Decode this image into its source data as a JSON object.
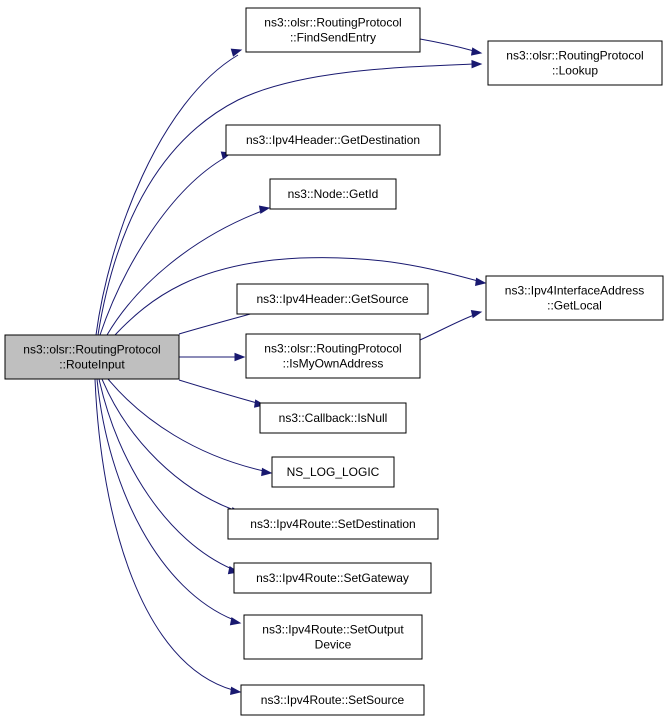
{
  "diagram": {
    "colors": {
      "edge": "#191970",
      "root_fill": "#bfbfbf",
      "node_fill": "#ffffff",
      "node_border": "#000000"
    },
    "nodes": [
      {
        "id": "route-input",
        "lines": [
          "ns3::olsr::RoutingProtocol",
          "::RouteInput"
        ],
        "root": true
      },
      {
        "id": "find-send-entry",
        "lines": [
          "ns3::olsr::RoutingProtocol",
          "::FindSendEntry"
        ]
      },
      {
        "id": "lookup",
        "lines": [
          "ns3::olsr::RoutingProtocol",
          "::Lookup"
        ]
      },
      {
        "id": "get-destination",
        "lines": [
          "ns3::Ipv4Header::GetDestination"
        ]
      },
      {
        "id": "get-id",
        "lines": [
          "ns3::Node::GetId"
        ]
      },
      {
        "id": "get-local",
        "lines": [
          "ns3::Ipv4InterfaceAddress",
          "::GetLocal"
        ]
      },
      {
        "id": "get-source",
        "lines": [
          "ns3::Ipv4Header::GetSource"
        ]
      },
      {
        "id": "is-my-own-address",
        "lines": [
          "ns3::olsr::RoutingProtocol",
          "::IsMyOwnAddress"
        ]
      },
      {
        "id": "is-null",
        "lines": [
          "ns3::Callback::IsNull"
        ]
      },
      {
        "id": "ns-log-logic",
        "lines": [
          "NS_LOG_LOGIC"
        ]
      },
      {
        "id": "set-destination",
        "lines": [
          "ns3::Ipv4Route::SetDestination"
        ]
      },
      {
        "id": "set-gateway",
        "lines": [
          "ns3::Ipv4Route::SetGateway"
        ]
      },
      {
        "id": "set-output-device",
        "lines": [
          "ns3::Ipv4Route::SetOutput",
          "Device"
        ]
      },
      {
        "id": "set-source",
        "lines": [
          "ns3::Ipv4Route::SetSource"
        ]
      }
    ],
    "edges": [
      {
        "from": "route-input",
        "to": "find-send-entry"
      },
      {
        "from": "route-input",
        "to": "lookup"
      },
      {
        "from": "route-input",
        "to": "get-destination"
      },
      {
        "from": "route-input",
        "to": "get-id"
      },
      {
        "from": "route-input",
        "to": "get-local"
      },
      {
        "from": "route-input",
        "to": "get-source"
      },
      {
        "from": "route-input",
        "to": "is-my-own-address"
      },
      {
        "from": "route-input",
        "to": "is-null"
      },
      {
        "from": "route-input",
        "to": "ns-log-logic"
      },
      {
        "from": "route-input",
        "to": "set-destination"
      },
      {
        "from": "route-input",
        "to": "set-gateway"
      },
      {
        "from": "route-input",
        "to": "set-output-device"
      },
      {
        "from": "route-input",
        "to": "set-source"
      },
      {
        "from": "find-send-entry",
        "to": "lookup"
      },
      {
        "from": "is-my-own-address",
        "to": "get-local"
      }
    ]
  }
}
